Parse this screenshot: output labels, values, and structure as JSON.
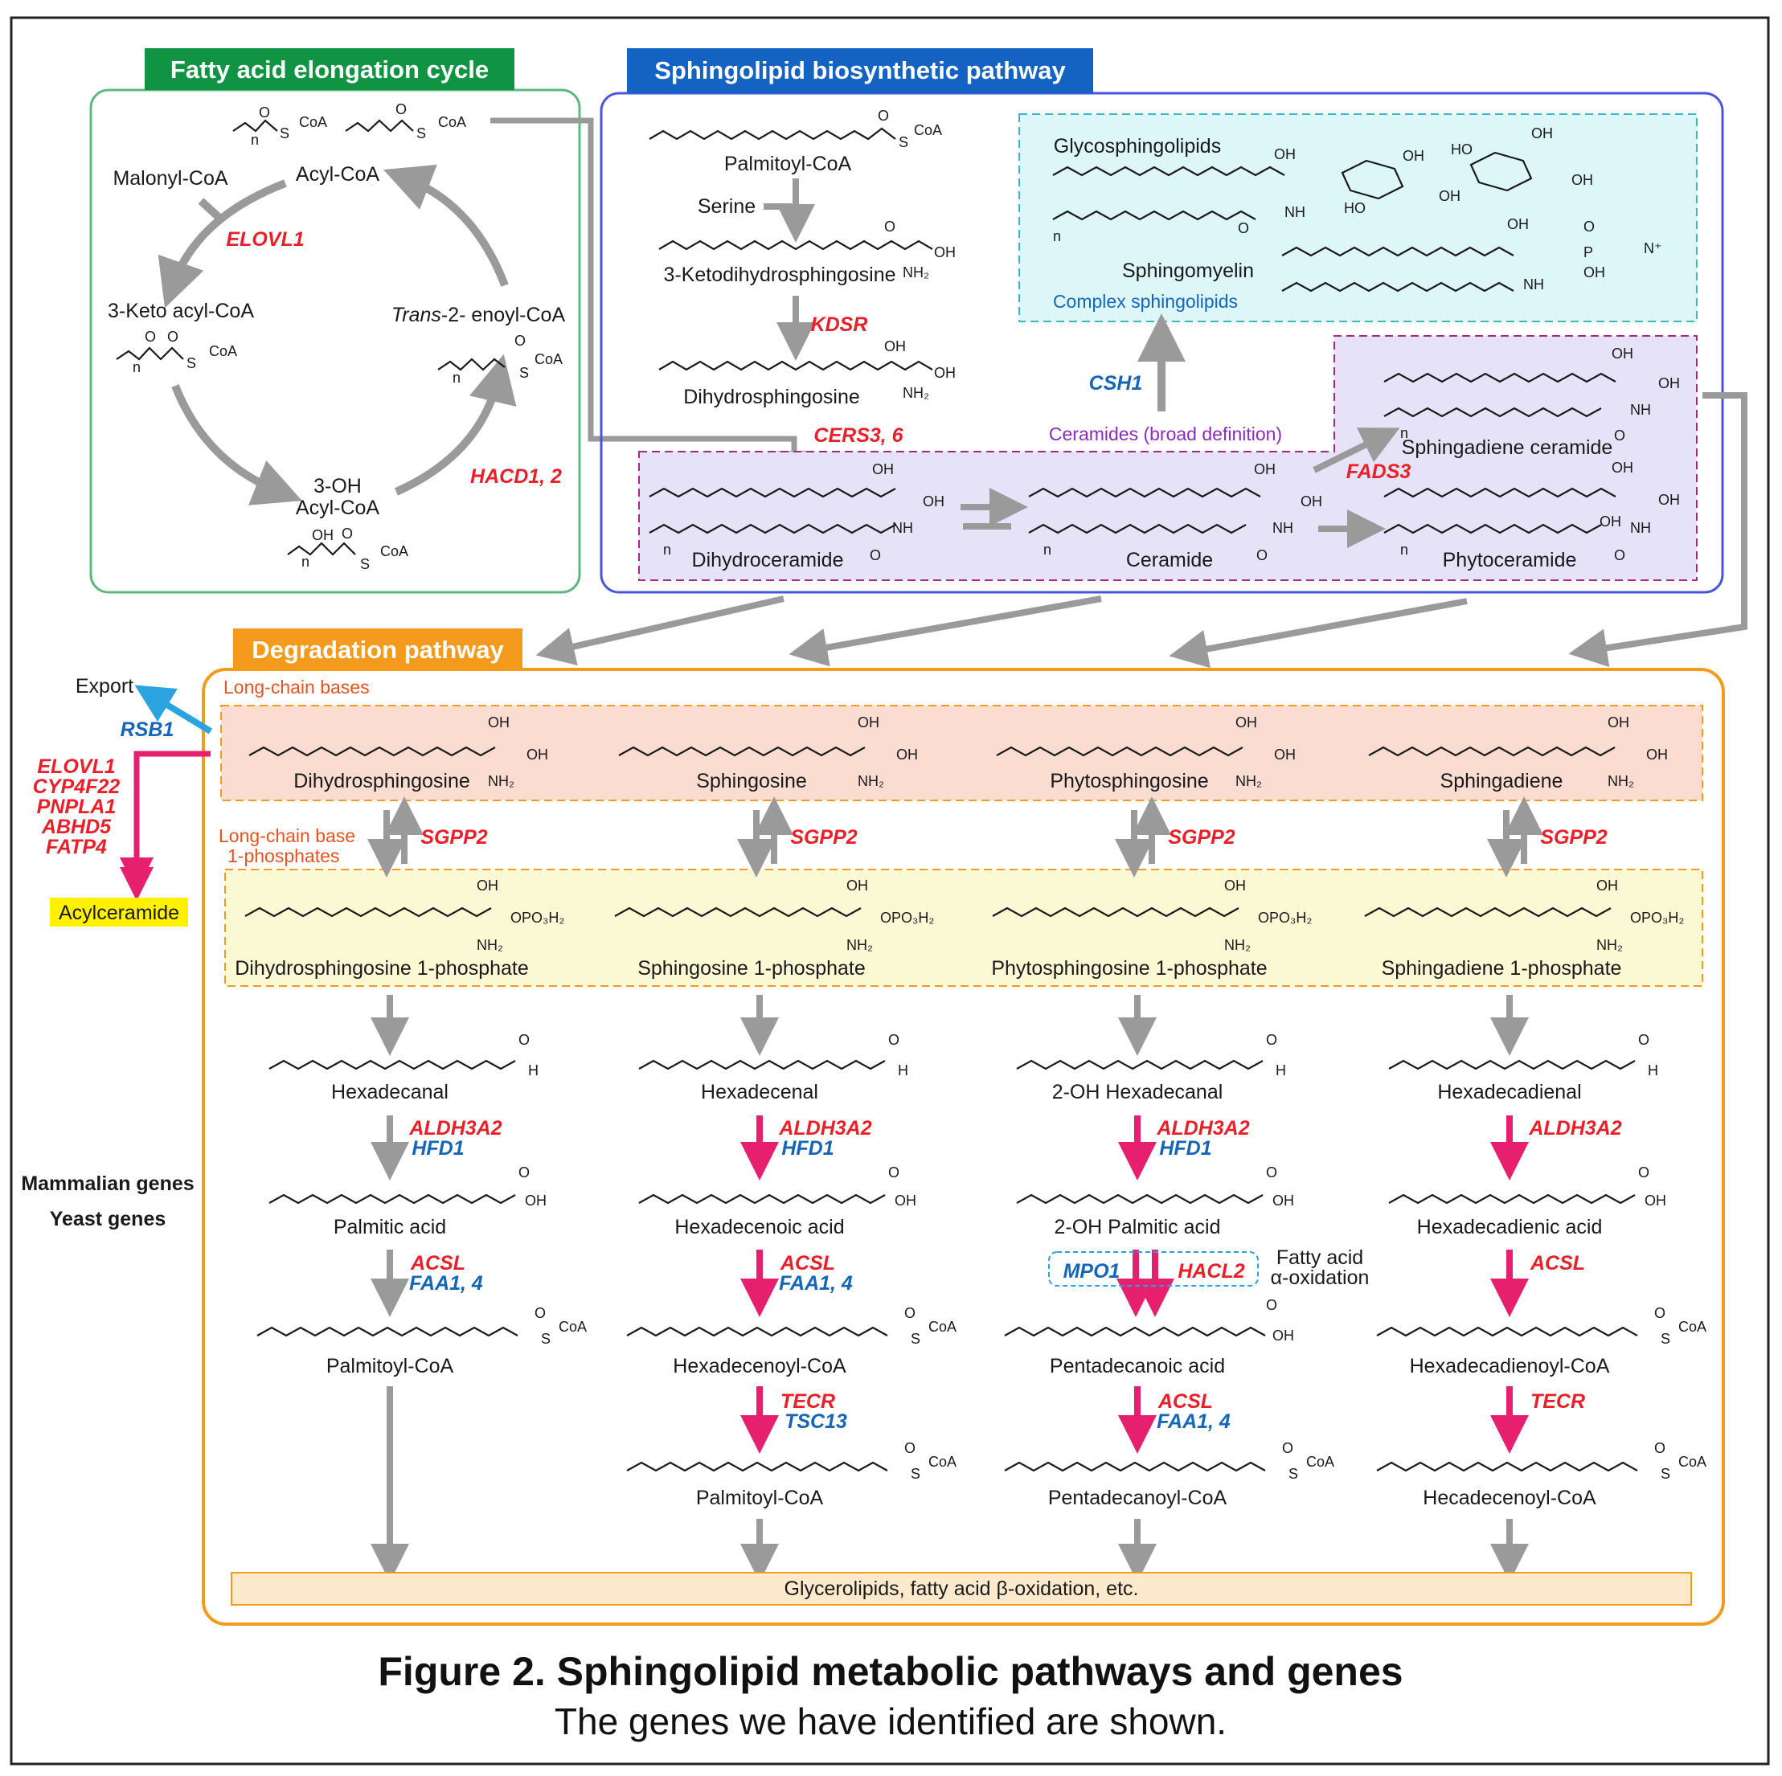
{
  "colors": {
    "gray_arrow": "#9a9a9a",
    "pink_arrow": "#e6206e",
    "blue_arrow": "#2aa3e0",
    "green": "#109444",
    "blue": "#1463c3",
    "orange": "#f49b1d",
    "mammal_gene": "#e8202a",
    "yeast_gene": "#1565b8"
  },
  "fatty_acid": {
    "title": "Fatty acid elongation cycle",
    "acyl_coa": "Acyl-CoA",
    "malonyl": "Malonyl-CoA",
    "gene_elovl": "ELOVL1",
    "keto": "3-Keto acyl-CoA",
    "trans_italic": "Trans",
    "trans_rest": "-2- enoyl-CoA",
    "hydroxy_line1": "3-OH",
    "hydroxy_line2": "Acyl-CoA",
    "gene_hacd": "HACD1, 2"
  },
  "sphingo": {
    "title": "Sphingolipid biosynthetic pathway",
    "palmitoyl": "Palmitoyl-CoA",
    "serine": "Serine",
    "keto": "3-Ketodihydrosphingosine",
    "gene_kdsr": "KDSR",
    "dihydrosph": "Dihydrosphingosine",
    "gene_cers": "CERS3, 6",
    "dihydrocer": "Dihydroceramide",
    "ceramide": "Ceramide",
    "phytocer": "Phytoceramide",
    "sphingadiene_cer": "Sphingadiene ceramide",
    "gene_fads": "FADS3",
    "ceramides_label": "Ceramides (broad definition)",
    "gene_csh": "CSH1",
    "glyco": "Glycosphingolipids",
    "sphingomyelin": "Sphingomyelin",
    "complex": "Complex sphingolipids"
  },
  "degradation": {
    "title": "Degradation pathway",
    "lcb_label": "Long-chain bases",
    "lcbp_line1": "Long-chain base",
    "lcbp_line2": "1-phosphates",
    "export": "Export",
    "gene_rsb": "RSB1",
    "acyl_genes": [
      "ELOVL1",
      "CYP4F22",
      "PNPLA1",
      "ABHD5",
      "FATP4"
    ],
    "acylceramide": "Acylceramide",
    "mammalian": "Mammalian genes",
    "yeast": "Yeast genes",
    "gene_sgpp": "SGPP2",
    "final": "Glycerolipids, fatty acid β-oxidation, etc.",
    "fa_alpha_line1": "Fatty acid",
    "fa_alpha_line2": "α-oxidation",
    "columns": [
      {
        "lcb": "Dihydrosphingosine",
        "lcbp": "Dihydrosphingosine 1-phosphate",
        "ald": "Hexadecanal",
        "g1_red": "ALDH3A2",
        "g1_blue": "HFD1",
        "acid": "Palmitic acid",
        "g2_red": "ACSL",
        "g2_blue": "FAA1, 4",
        "coa": "Palmitoyl-CoA"
      },
      {
        "lcb": "Sphingosine",
        "lcbp": "Sphingosine 1-phosphate",
        "ald": "Hexadecenal",
        "g1_red": "ALDH3A2",
        "g1_blue": "HFD1",
        "acid": "Hexadecenoic acid",
        "g2_red": "ACSL",
        "g2_blue": "FAA1, 4",
        "coa": "Hexadecenoyl-CoA",
        "g3_red": "TECR",
        "g3_blue": "TSC13",
        "coa2": "Palmitoyl-CoA"
      },
      {
        "lcb": "Phytosphingosine",
        "lcbp": "Phytosphingosine 1-phosphate",
        "ald": "2-OH Hexadecanal",
        "g1_red": "ALDH3A2",
        "g1_blue": "HFD1",
        "acid": "2-OH Palmitic acid",
        "g2_red": "HACL2",
        "g2_blue": "MPO1",
        "coa": "Pentadecanoic acid",
        "g3_red": "ACSL",
        "g3_blue": "FAA1, 4",
        "coa2": "Pentadecanoyl-CoA"
      },
      {
        "lcb": "Sphingadiene",
        "lcbp": "Sphingadiene 1-phosphate",
        "ald": "Hexadecadienal",
        "g1_red": "ALDH3A2",
        "acid": "Hexadecadienic acid",
        "g2_red": "ACSL",
        "coa": "Hexadecadienoyl-CoA",
        "g3_red": "TECR",
        "coa2": "Hecadecenoyl-CoA"
      }
    ]
  },
  "caption": {
    "title": "Figure 2. Sphingolipid metabolic pathways and genes",
    "subtitle": "The genes we have identified are shown."
  },
  "chem": {
    "coa": "CoA",
    "s": "S",
    "o": "O",
    "oh": "OH",
    "nh2": "NH₂",
    "nh": "NH",
    "h": "H",
    "n": "n",
    "opo3h2": "OPO₃H₂",
    "p": "P",
    "n_plus": "N⁺",
    "ho": "HO"
  }
}
